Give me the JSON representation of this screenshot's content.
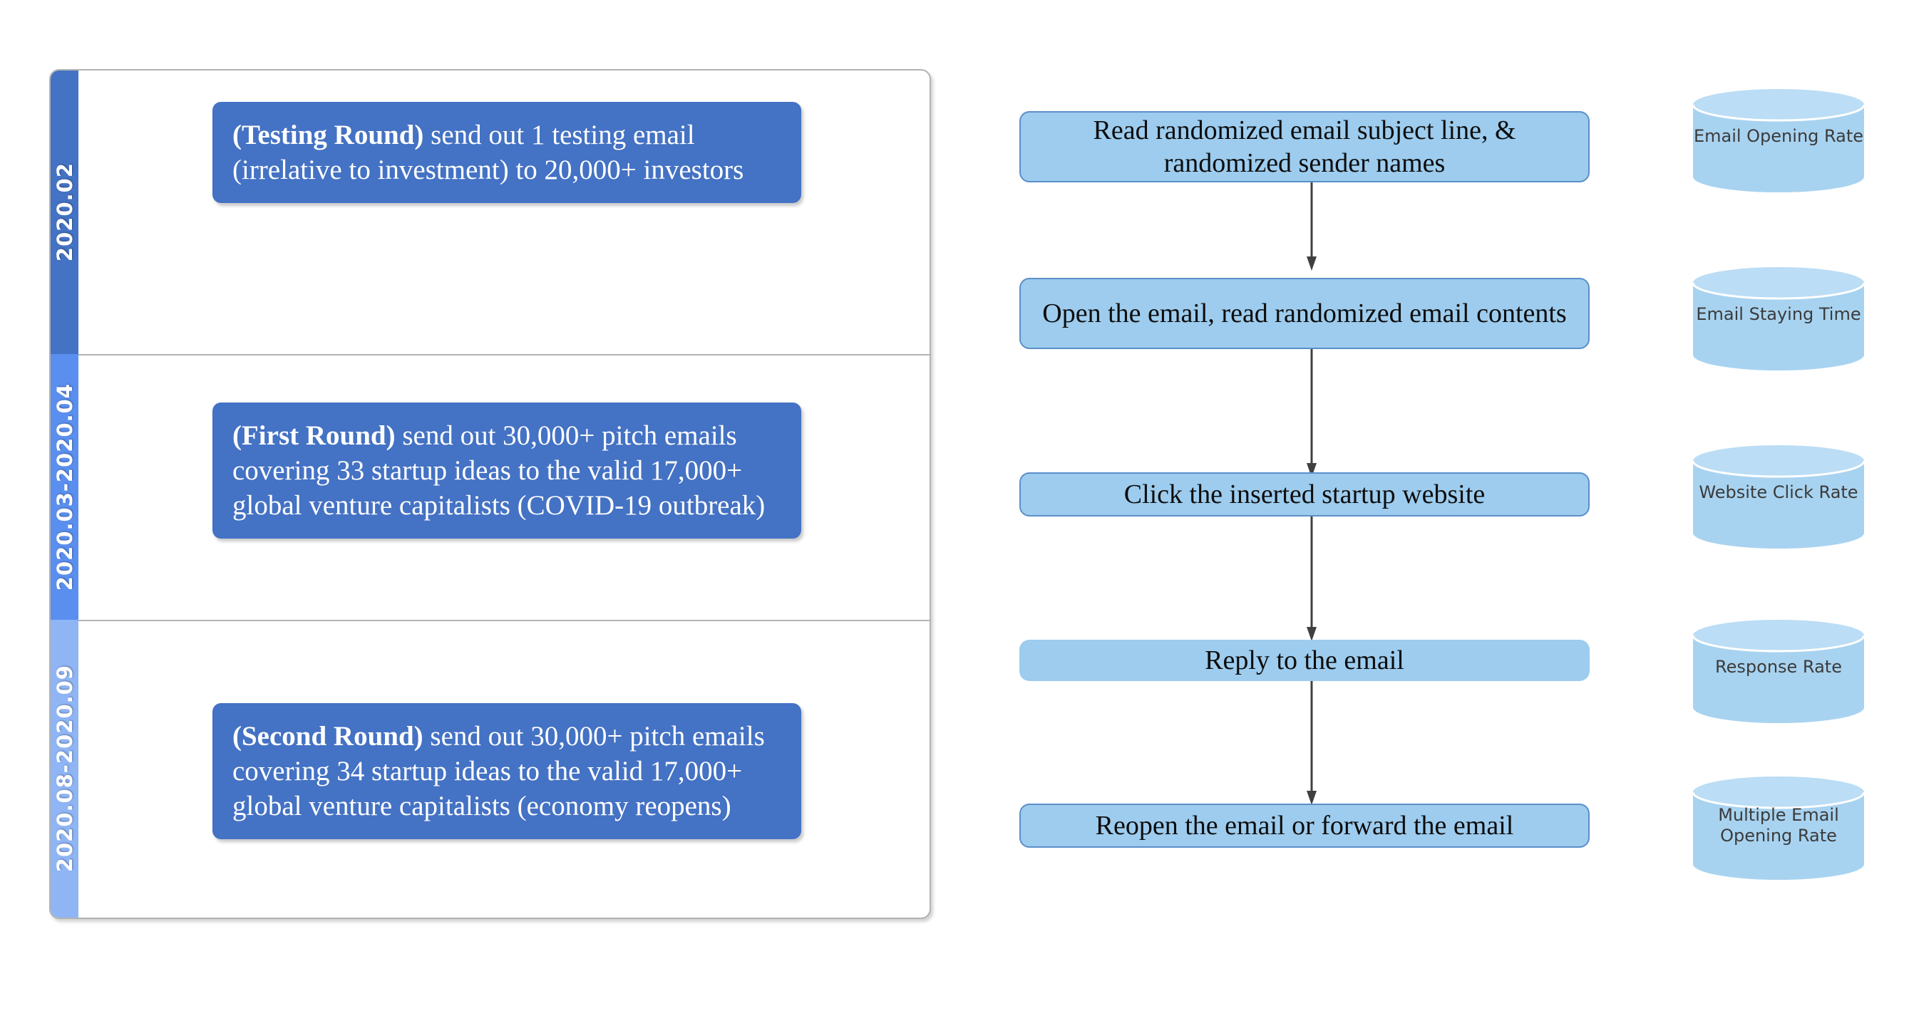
{
  "timeline": {
    "rows": [
      {
        "period": "2020.02",
        "sidebar_color": "#4472C4",
        "card_color": "#4472C4",
        "lead": "(Testing Round)",
        "body": " send out 1 testing email (irrelative to investment) to 20,000+ investors"
      },
      {
        "period": "2020.03-2020.04",
        "sidebar_color": "#5B8FEF",
        "card_color": "#4472C4",
        "lead": "(First Round)",
        "body": " send out 30,000+ pitch emails covering 33 startup ideas to the valid 17,000+ global venture capitalists (COVID-19 outbreak)"
      },
      {
        "period": "2020.08-2020.09",
        "sidebar_color": "#8FB5F5",
        "card_color": "#4472C4",
        "lead": "(Second Round)",
        "body": " send out 30,000+ pitch emails covering 34 startup ideas to the valid 17,000+ global venture capitalists  (economy reopens)"
      }
    ]
  },
  "flow": {
    "fill_color": "#9DCCEE",
    "border_color": "#5B8FC9",
    "arrow_color": "#404040",
    "steps": [
      {
        "label": "Read randomized email subject line, & randomized sender names",
        "bordered": true
      },
      {
        "label": "Open the email, read randomized email contents",
        "bordered": true
      },
      {
        "label": "Click the inserted startup website",
        "bordered": true
      },
      {
        "label": "Reply to the email",
        "bordered": false
      },
      {
        "label": "Reopen the email or forward the email",
        "bordered": true
      }
    ]
  },
  "metrics": {
    "fill_color": "#A8D3F0",
    "top_color": "#BBDDF5",
    "items": [
      {
        "label": "Email Opening Rate"
      },
      {
        "label": "Email Staying Time"
      },
      {
        "label": "Website Click Rate"
      },
      {
        "label": "Response Rate"
      },
      {
        "label": "Multiple Email Opening Rate"
      }
    ]
  }
}
